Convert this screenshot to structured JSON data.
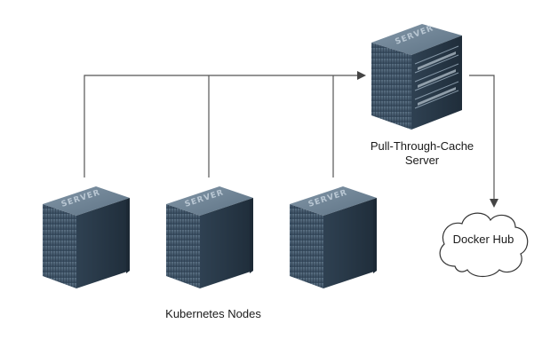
{
  "diagram": {
    "cache_server": {
      "label_line1": "Pull-Through-Cache",
      "label_line2": "Server",
      "badge": "SERVER"
    },
    "kubernetes_nodes": {
      "label": "Kubernetes Nodes",
      "badge": "SERVER",
      "count": 3
    },
    "registry": {
      "label": "Docker Hub"
    },
    "colors": {
      "server_body": "#3f5568",
      "server_top": "#6a7f91",
      "server_right": "#2b3b49",
      "connector": "#555555",
      "cloud_stroke": "#333333"
    },
    "icons": [
      "server-icon",
      "cloud-icon",
      "arrow-icon"
    ]
  }
}
